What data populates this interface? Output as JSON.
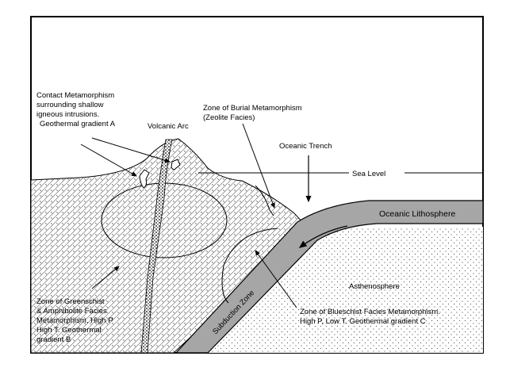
{
  "labels": {
    "contact": [
      "Contact Metamorphism",
      "surrounding shallow",
      "igneous intrusions.",
      "Geothermal gradient A"
    ],
    "volcanic_arc": "Volcanic Arc",
    "burial": [
      "Zone of Burial Metamorphism",
      "(Zeolite Facies)"
    ],
    "oceanic_trench": "Oceanic Trench",
    "sea_level": "Sea Level",
    "oceanic_lithosphere": "Oceanic Lithosphere",
    "asthenosphere": "Asthenosphere",
    "subduction_zone": "Subduction Zone",
    "blueschist": [
      "Zone of Blueschist Facies Metamorphism.",
      "High P, Low T. Geothermal gradient C"
    ],
    "greenschist": [
      "Zone of Greenschist",
      "& Amphibolite Facies",
      "Metamorphism, High P",
      "High T. Geothermal",
      "gradient B"
    ]
  },
  "colors": {
    "slab": "#a6a6a6",
    "outline": "#000000",
    "background": "#ffffff"
  }
}
